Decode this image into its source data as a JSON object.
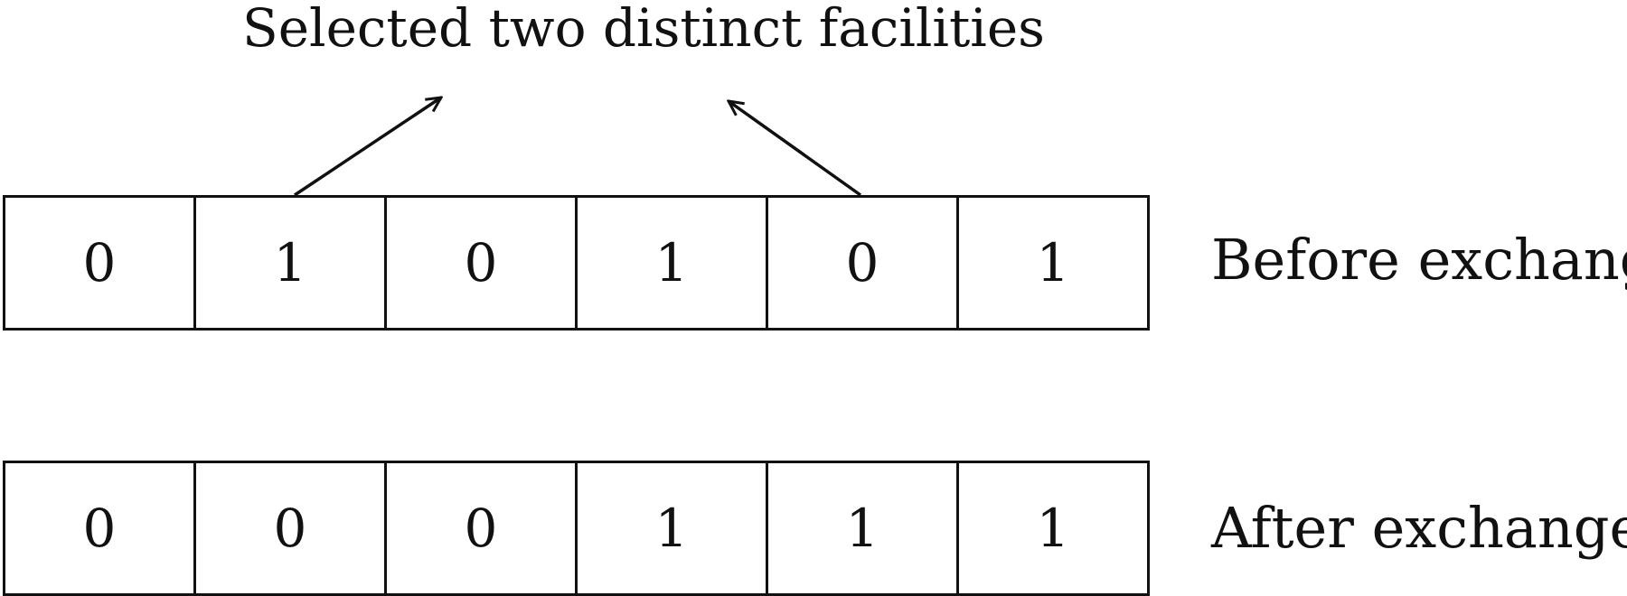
{
  "caption": "Selected two distinct facilities",
  "rows": [
    {
      "label": "Before exchange",
      "cells": [
        "0",
        "1",
        "0",
        "1",
        "0",
        "1"
      ]
    },
    {
      "label": "After exchange",
      "cells": [
        "0",
        "0",
        "0",
        "1",
        "1",
        "1"
      ]
    }
  ]
}
